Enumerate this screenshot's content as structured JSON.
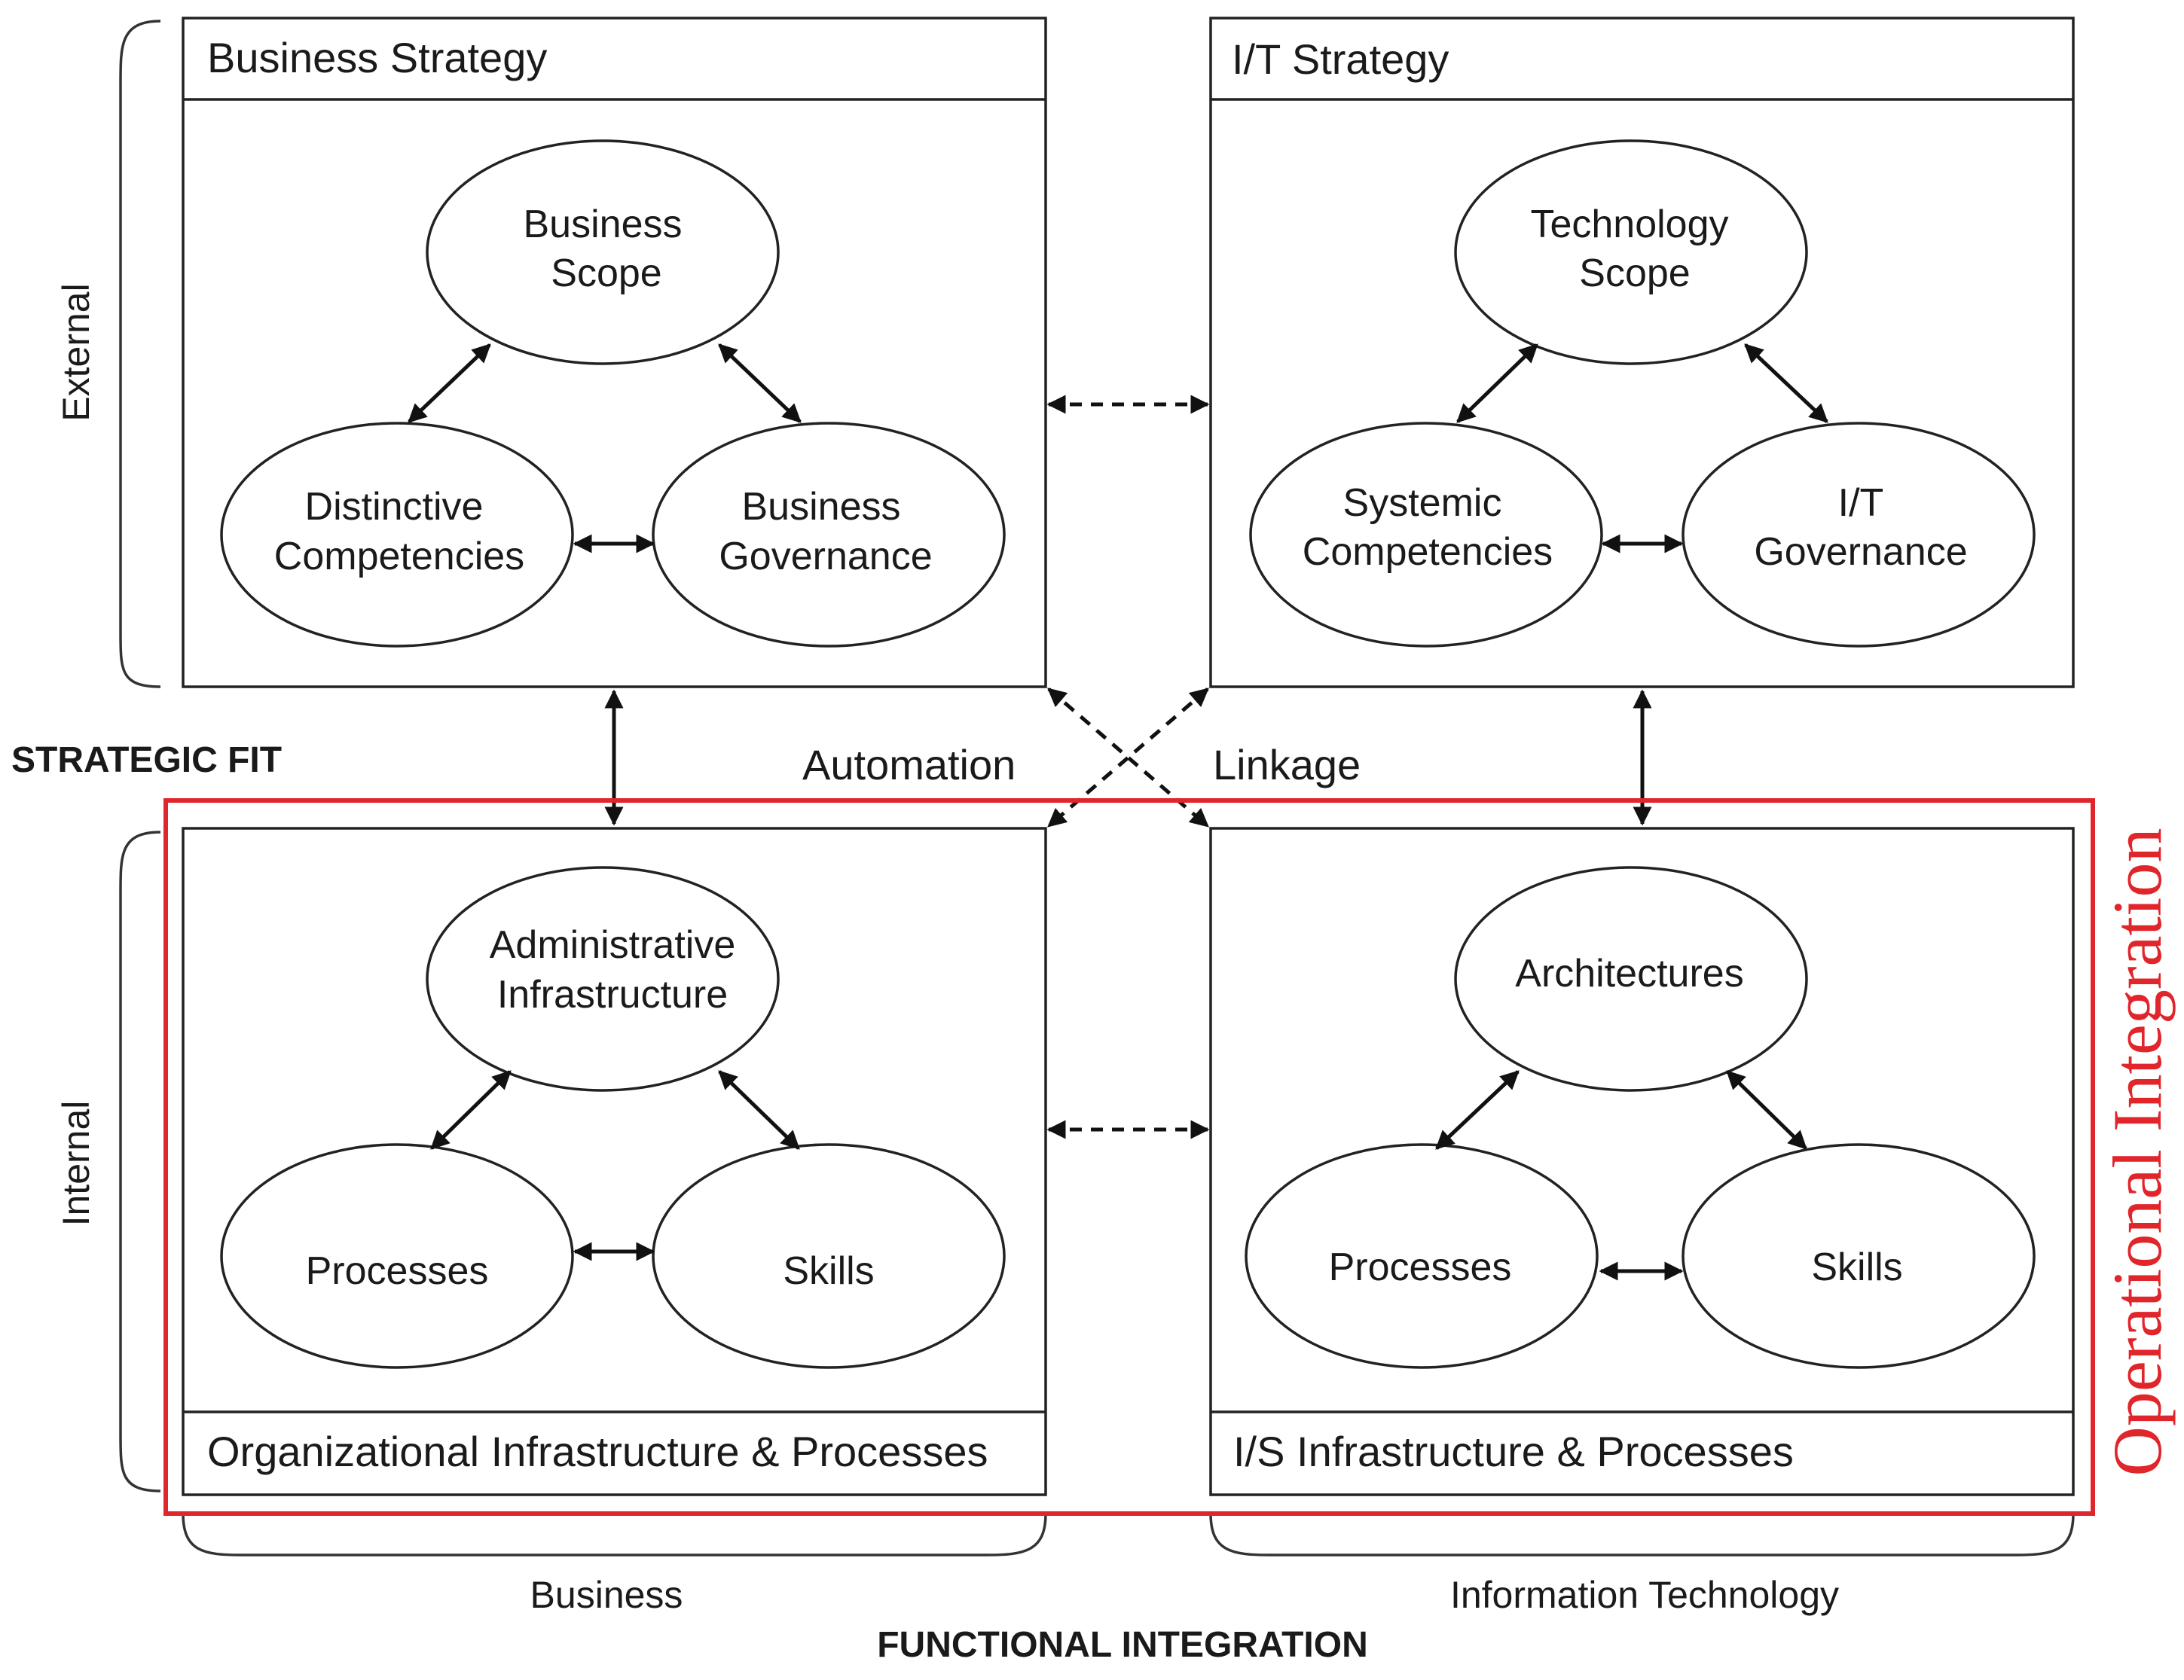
{
  "quadrants": {
    "business_strategy": {
      "title": "Business Strategy",
      "ellipses": [
        [
          "Business",
          "Scope"
        ],
        [
          "Distinctive",
          "Competencies"
        ],
        [
          "Business",
          "Governance"
        ]
      ]
    },
    "it_strategy": {
      "title": "I/T Strategy",
      "ellipses": [
        [
          "Technology",
          "Scope"
        ],
        [
          "Systemic",
          "Competencies"
        ],
        [
          "I/T",
          "Governance"
        ]
      ]
    },
    "org_infrastructure": {
      "title": "Organizational Infrastructure & Processes",
      "ellipses": [
        [
          "Administrative",
          "Infrastructure"
        ],
        [
          "Processes"
        ],
        [
          "Skills"
        ]
      ]
    },
    "is_infrastructure": {
      "title": "I/S Infrastructure & Processes",
      "ellipses": [
        [
          "Architectures"
        ],
        [
          "Processes"
        ],
        [
          "Skills"
        ]
      ]
    }
  },
  "labels": {
    "external": "External",
    "internal": "Internal",
    "strategic_fit": "STRATEGIC FIT",
    "automation": "Automation",
    "linkage": "Linkage",
    "business": "Business",
    "information_technology": "Information Technology",
    "functional_integration": "FUNCTIONAL INTEGRATION",
    "operational_integration": "Operational Integration"
  },
  "colors": {
    "highlight": "#e0252b",
    "line": "#222222"
  }
}
